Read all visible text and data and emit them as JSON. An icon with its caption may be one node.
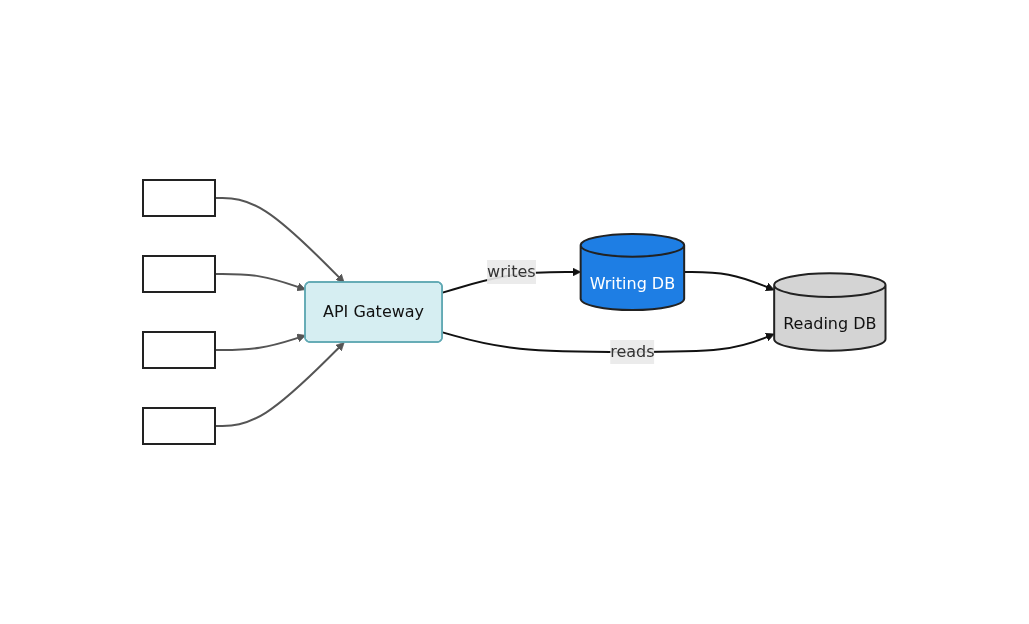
{
  "diagram": {
    "nodes": [
      {
        "text": [],
        "shape": "box"
      },
      {
        "text": [],
        "shape": "box"
      },
      {
        "text": [],
        "shape": "box"
      },
      {
        "text": [],
        "shape": "box"
      },
      {
        "text": [
          "API Gateway"
        ]
      },
      {
        "text": [
          "Writing DB"
        ]
      },
      {
        "text": [
          "Reading DB"
        ]
      }
    ],
    "edges": [
      {
        "from": 0,
        "to": 4,
        "arrow": "to",
        "color": "#555555"
      },
      {
        "from": 1,
        "to": 4,
        "arrow": "to",
        "color": "#555555"
      },
      {
        "from": 2,
        "to": 4,
        "arrow": "to",
        "color": "#555555"
      },
      {
        "from": 3,
        "to": 4,
        "arrow": "to",
        "color": "#555555"
      },
      {
        "from": 4,
        "to": 5,
        "label": "writes",
        "arrow": "to"
      },
      {
        "from": 5,
        "to": 6,
        "arrow": "to"
      },
      {
        "from": 4,
        "to": 6,
        "label": "reads",
        "arrow": "to"
      }
    ]
  }
}
